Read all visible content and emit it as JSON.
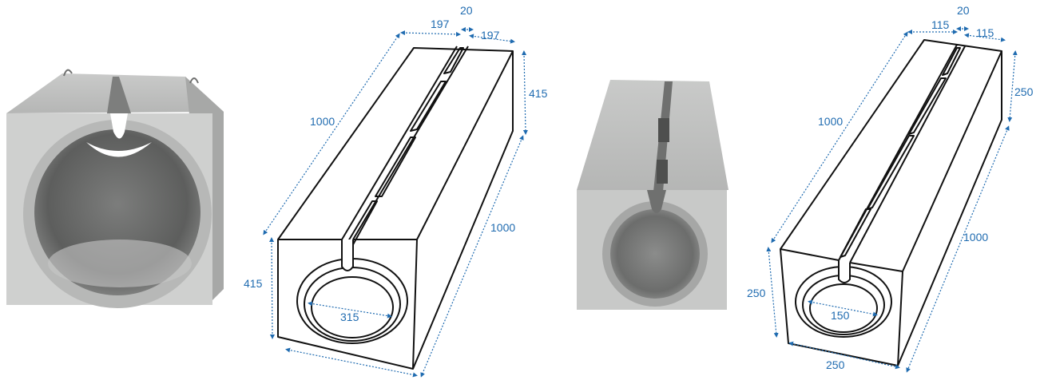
{
  "colors": {
    "dimension": "#1f6bb0",
    "outline": "#111111",
    "concrete_light": "#d3d4d3",
    "concrete_mid": "#b9bab9",
    "concrete_dark": "#8e8f8e",
    "concrete_shadow": "#5f605f"
  },
  "large_block": {
    "top_left_width": "197",
    "gap": "20",
    "top_right_width": "197",
    "height_side": "415",
    "length_top": "1000",
    "length_side": "1000",
    "height_front": "415",
    "bore": "315"
  },
  "small_block": {
    "top_left_width": "115",
    "gap": "20",
    "top_right_width": "115",
    "height_side": "250",
    "length_top": "1000",
    "length_side": "1000",
    "height_front": "250",
    "width_bottom": "250",
    "bore": "150"
  }
}
